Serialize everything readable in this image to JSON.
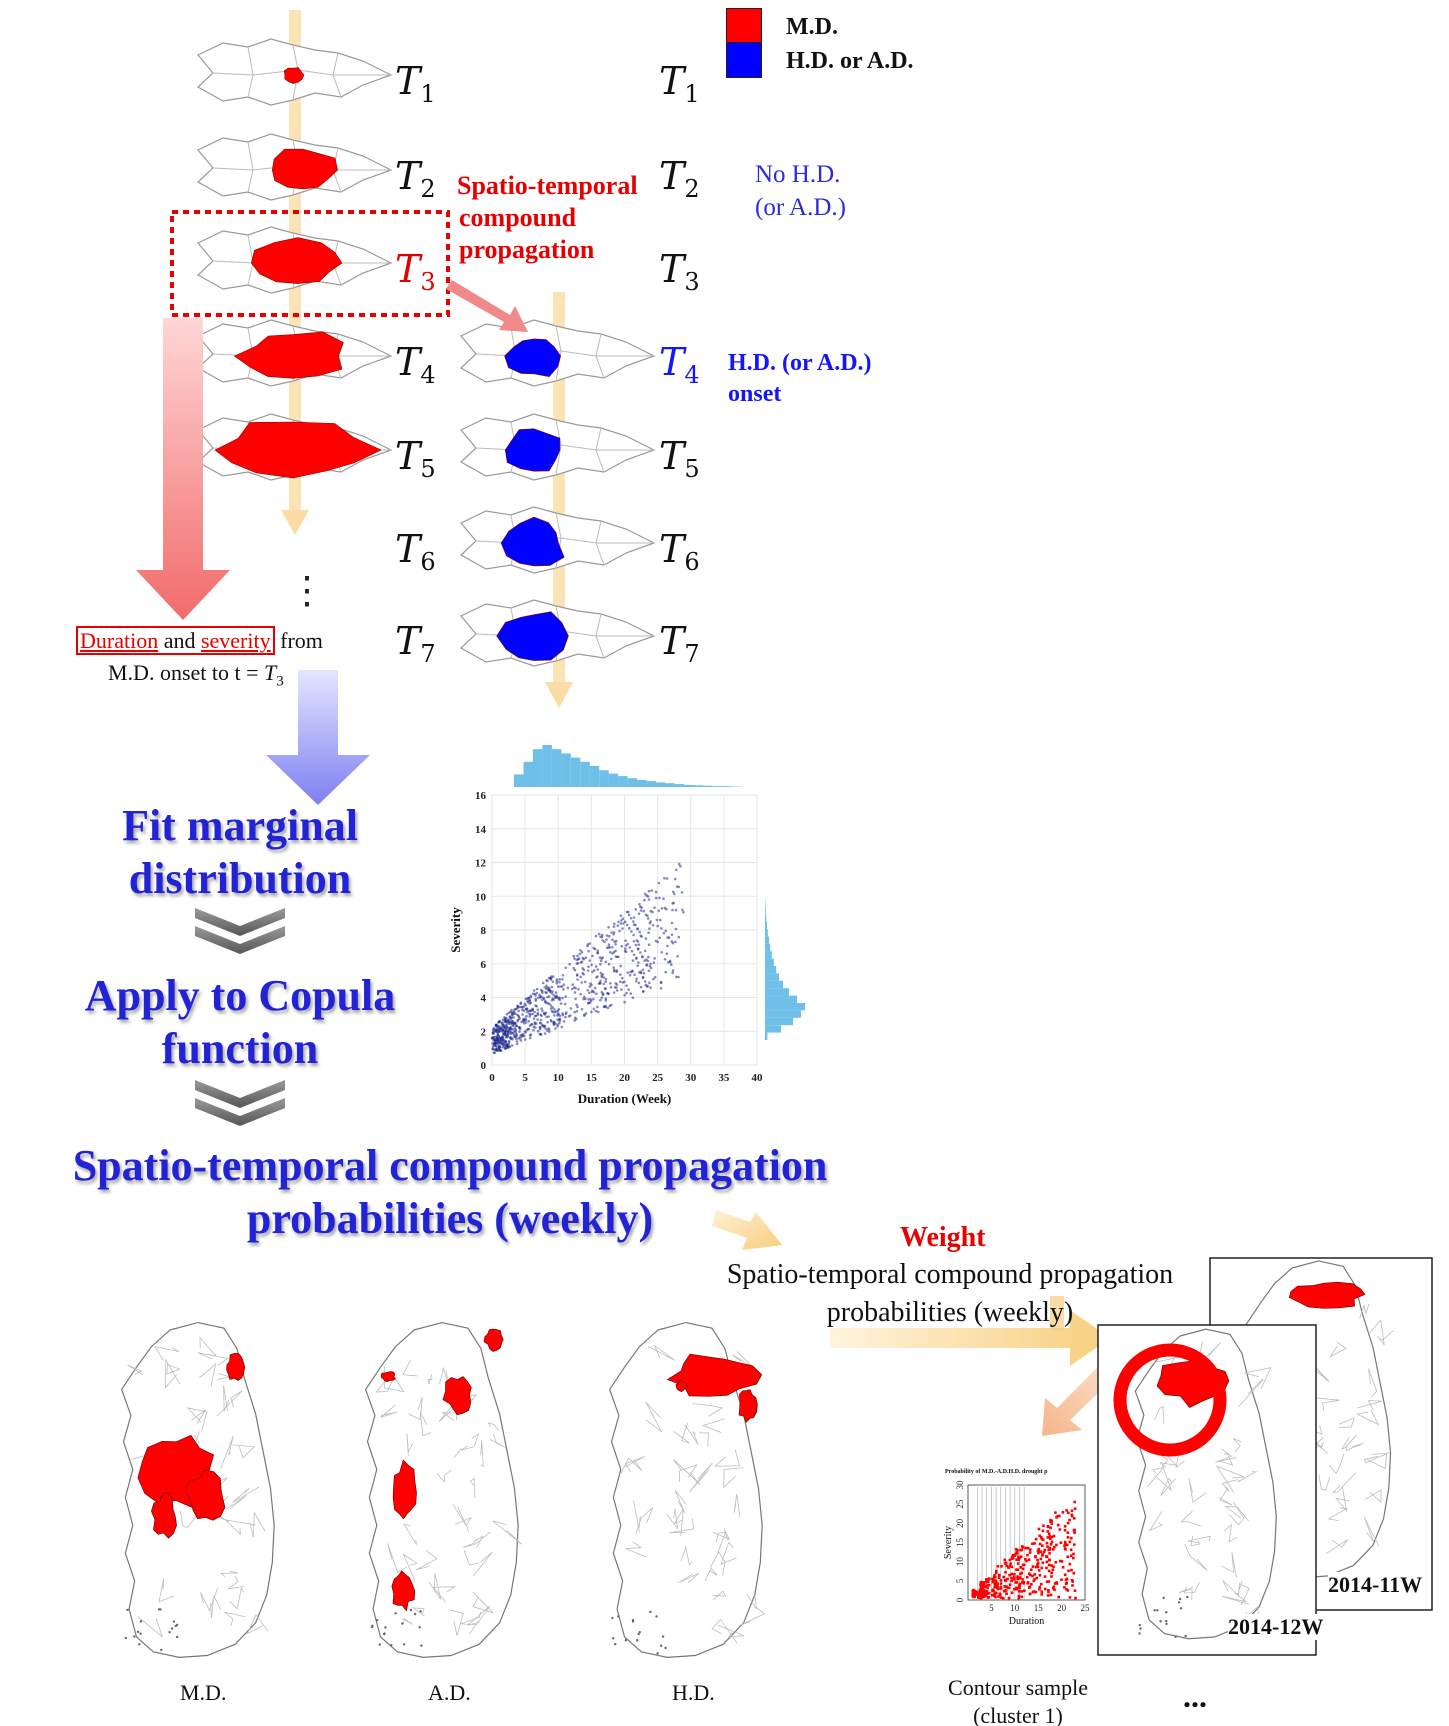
{
  "legend": {
    "md": "M.D.",
    "hd_ad": "H.D. or A.D.",
    "colors": {
      "md": "#ff0000",
      "hd_ad": "#0000ff"
    }
  },
  "time_steps": {
    "left": [
      "T1",
      "T2",
      "T3",
      "T4",
      "T5",
      "T6",
      "T7"
    ],
    "right": [
      "T1",
      "T2",
      "T3",
      "T4",
      "T5",
      "T6",
      "T7"
    ]
  },
  "annotations": {
    "propagation": [
      "Spatio-temporal",
      "compound",
      "propagation"
    ],
    "no_hd": [
      "No H.D.",
      "(or A.D.)"
    ],
    "hd_onset": [
      "H.D. (or A.D.)",
      "onset"
    ],
    "ellipsis": "⋮",
    "duration_severity_line1": {
      "duration": "Duration",
      "and": "and",
      "severity": "severity",
      "from": "from"
    },
    "duration_severity_line2": "M.D.  onset to t = T3"
  },
  "steps": {
    "fit": [
      "Fit marginal",
      "distribution"
    ],
    "copula": [
      "Apply to Copula",
      "function"
    ],
    "probabilities": [
      "Spatio-temporal compound  propagation",
      "probabilities (weekly)"
    ]
  },
  "weight_box": {
    "weight": "Weight",
    "lines": [
      "Spatio-temporal compound propagation",
      "probabilities (weekly)"
    ]
  },
  "map_captions": [
    "M.D.",
    "A.D.",
    "H.D."
  ],
  "week_labels": [
    "2014-11W",
    "2014-12W"
  ],
  "contour_caption": [
    "Contour sample",
    "(cluster 1)"
  ],
  "more": "...",
  "chart_data": [
    {
      "type": "scatter",
      "xlabel": "Duration (Week)",
      "ylabel": "Severity",
      "xlim": [
        0,
        40
      ],
      "ylim": [
        0,
        16
      ],
      "xticks": [
        0,
        5,
        10,
        15,
        20,
        25,
        30,
        35,
        40
      ],
      "yticks": [
        0,
        2,
        4,
        6,
        8,
        10,
        12,
        14,
        16
      ],
      "grid": true,
      "marginal_top": [
        3,
        6,
        9,
        10,
        9,
        8,
        7,
        6,
        5,
        4,
        3.2,
        2.6,
        2.1,
        1.7,
        1.4,
        1.1,
        0.9,
        0.7,
        0.5,
        0.4,
        0.3,
        0.2,
        0.2,
        0.1
      ],
      "marginal_right": [
        0.6,
        4,
        7,
        9,
        10,
        8,
        6,
        4.5,
        3.5,
        2.8,
        2.2,
        1.7,
        1.3,
        1.0,
        0.7,
        0.5,
        0.3,
        0.2,
        0.1
      ],
      "series": [
        {
          "color": "#1f2a8c"
        }
      ]
    },
    {
      "type": "scatter",
      "title": "Probability of M.D.-A.D.H.D. drought p",
      "xlabel": "Duration",
      "ylabel": "Severity",
      "xlim": [
        0,
        25
      ],
      "ylim": [
        0,
        30
      ],
      "xticks": [
        5,
        10,
        15,
        20,
        25
      ],
      "yticks": [
        0,
        5,
        10,
        15,
        20,
        25,
        30
      ],
      "series": [
        {
          "color": "#ff0000"
        }
      ]
    }
  ]
}
